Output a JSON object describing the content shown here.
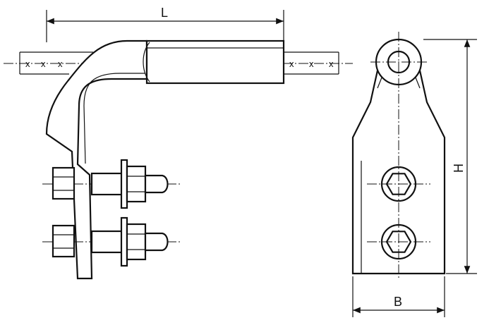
{
  "drawing": {
    "dimension_labels": {
      "length": "L",
      "height": "H",
      "width": "B"
    },
    "conductor_marks": [
      "x",
      "x",
      "x",
      "x",
      "x",
      "x"
    ],
    "colors": {
      "line": "#111111",
      "background": "#ffffff"
    }
  }
}
